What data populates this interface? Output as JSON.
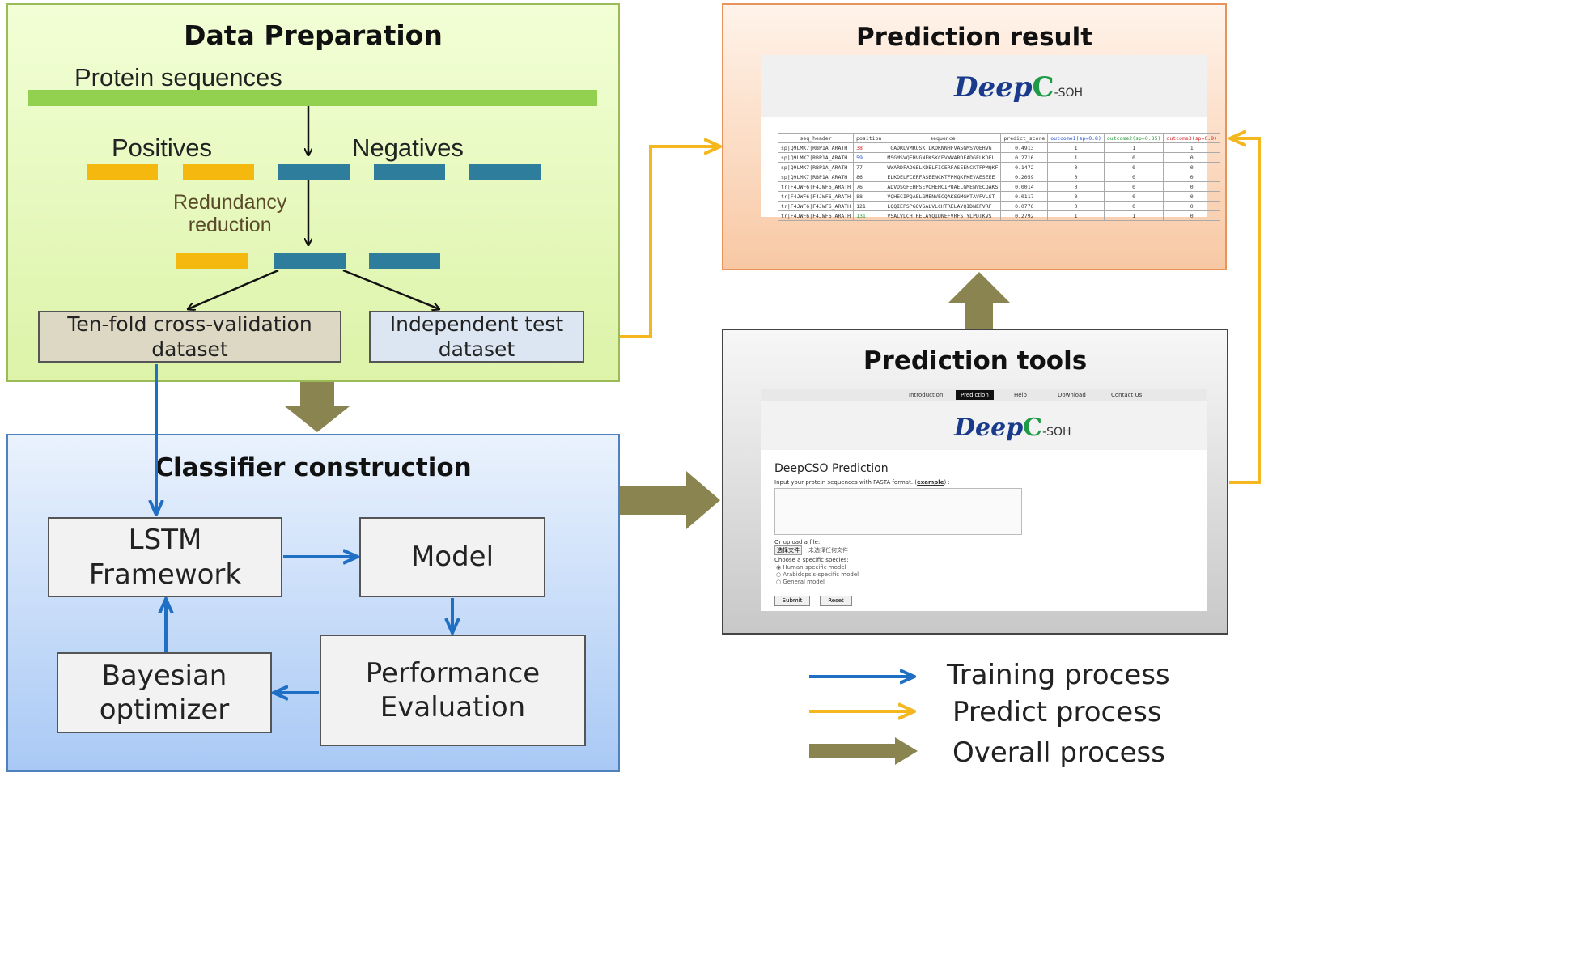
{
  "data_prep": {
    "title": "Data Preparation",
    "protein_label": "Protein sequences",
    "positives_label": "Positives",
    "negatives_label": "Negatives",
    "redundancy_label": "Redundancy\nreduction",
    "tenfold_label": "Ten-fold cross-validation\ndataset",
    "independent_label": "Independent test\ndataset"
  },
  "classifier": {
    "title": "Classifier  construction",
    "lstm_label": "LSTM\nFramework",
    "model_label": "Model",
    "performance_label": "Performance\nEvaluation",
    "bayesian_label": "Bayesian\noptimizer"
  },
  "prediction_result": {
    "title": "Prediction   result",
    "logo_text": "Deep",
    "logo_suffix": "-SOH",
    "table_headers": [
      "seq_header",
      "position",
      "sequence",
      "predict_score",
      "outcome1(sp=0.8)",
      "outcome2(sp=0.85)",
      "outcome3(sp=0.9)"
    ],
    "table_rows": [
      [
        "sp|Q9LMK7|RBP1A_ARATH",
        "38",
        "TGADRLVMRQSKTLKDKNNHFVASGMSVQEHVG",
        "0.4913",
        "1",
        "1",
        "1"
      ],
      [
        "sp|Q9LMK7|RBP1A_ARATH",
        "59",
        "MSGMSVQEHVGNEKSKCEVWWARDFADGELKDEL",
        "0.2716",
        "1",
        "0",
        "0"
      ],
      [
        "sp|Q9LMK7|RBP1A_ARATH",
        "77",
        "WWARDFADGELKDELFICERFASEENCKTFPMQKF",
        "0.1472",
        "0",
        "0",
        "0"
      ],
      [
        "sp|Q9LMK7|RBP1A_ARATH",
        "86",
        "ELKDELFCERFASEENCKTFPMQKFKEVAESEEE",
        "0.2059",
        "0",
        "0",
        "0"
      ],
      [
        "tr|F4JWF6|F4JWF6_ARATH",
        "76",
        "ADVDSGFEHPSEVQHEHCIPQAELGMENVECQAKS",
        "0.0014",
        "0",
        "0",
        "0"
      ],
      [
        "tr|F4JWF6|F4JWF6_ARATH",
        "88",
        "VQHECIPQAELGMENVECQAKSGMGKTAVFVLST",
        "0.0117",
        "0",
        "0",
        "0"
      ],
      [
        "tr|F4JWF6|F4JWF6_ARATH",
        "121",
        "LQQIEPSPGQVSALVLCHTRELAYQIDNEFVRF",
        "0.0776",
        "0",
        "0",
        "0"
      ],
      [
        "tr|F4JWF6|F4JWF6_ARATH",
        "131",
        "VSALVLCHTRELAYQIDNEFVRFSTYLPDTKVS",
        "0.2792",
        "1",
        "1",
        "0"
      ]
    ]
  },
  "prediction_tools": {
    "title": "Prediction   tools",
    "nav": [
      "Introduction",
      "Prediction",
      "Help",
      "Download",
      "Contact Us"
    ],
    "active_nav": "Prediction",
    "logo_text": "Deep",
    "logo_suffix": "-SOH",
    "heading": "DeepCSO Prediction",
    "input_prompt": "Input your protein sequences with FASTA format. (",
    "example_link": "example",
    "input_prompt_end": ") :",
    "upload_label": "Or upload a file:",
    "choose_file": "选择文件",
    "no_file": "未选择任何文件",
    "species_label": "Choose a specific species:",
    "species": [
      "Human-specific model",
      "Arabidopsis-specific model",
      "General model"
    ],
    "submit": "Submit",
    "reset": "Reset"
  },
  "legend": {
    "training": "Training process",
    "predict": "Predict process",
    "overall": "Overall process"
  },
  "colors": {
    "training": "#1f6fc4",
    "predict": "#f4b71e",
    "overall": "#8a8550",
    "positive_bar": "#f5b80f",
    "negative_bar": "#2e7d9c",
    "protein_bar": "#92d050"
  }
}
